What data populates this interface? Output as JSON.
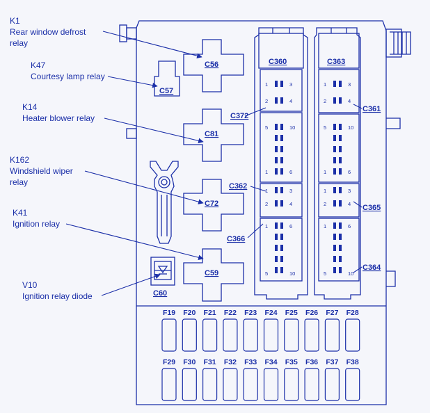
{
  "diagram": {
    "callouts": [
      {
        "id": "k1",
        "code": "K1",
        "lines": [
          "Rear window defrost",
          "relay"
        ]
      },
      {
        "id": "k47",
        "code": "K47",
        "lines": [
          "Courtesy lamp relay"
        ]
      },
      {
        "id": "k14",
        "code": "K14",
        "lines": [
          "Heater blower relay"
        ]
      },
      {
        "id": "k162",
        "code": "K162",
        "lines": [
          "Windshield wiper",
          "relay"
        ]
      },
      {
        "id": "k41",
        "code": "K41",
        "lines": [
          "Ignition relay"
        ]
      },
      {
        "id": "v10",
        "code": "V10",
        "lines": [
          "Ignition relay diode"
        ]
      }
    ],
    "relays": [
      "C56",
      "C57",
      "C81",
      "C72",
      "C59"
    ],
    "diode_socket": "C60",
    "connectors": {
      "top_left": "C360",
      "top_right": "C363",
      "left": [
        "C372",
        "C362",
        "C366"
      ],
      "right": [
        "C361",
        "C365",
        "C364"
      ]
    },
    "pin_numbers": [
      "1",
      "2",
      "3",
      "4",
      "5",
      "6",
      "10"
    ],
    "fuses_top": [
      "F19",
      "F20",
      "F21",
      "F22",
      "F23",
      "F24",
      "F25",
      "F26",
      "F27",
      "F28"
    ],
    "fuses_bottom": [
      "F29",
      "F30",
      "F31",
      "F32",
      "F33",
      "F34",
      "F35",
      "F36",
      "F37",
      "F38"
    ],
    "line_color": "#1b2fa8",
    "background_color": "#f5f6fb"
  }
}
